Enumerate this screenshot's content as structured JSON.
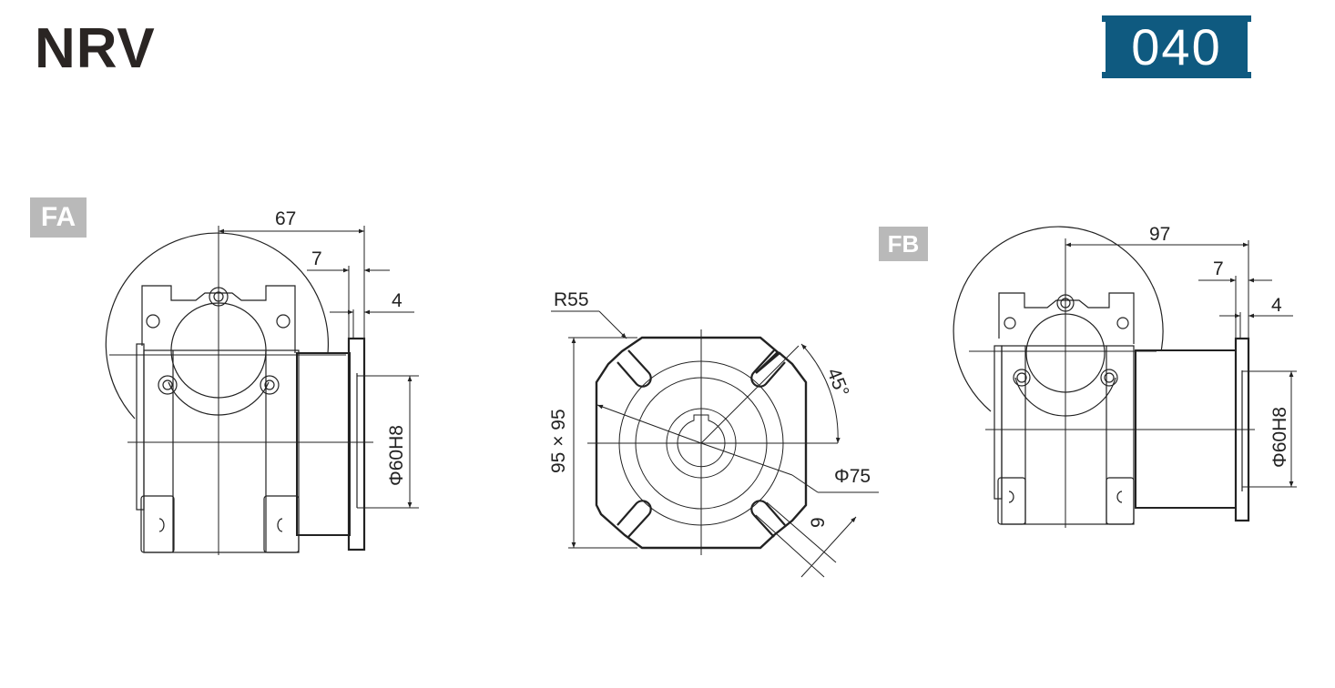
{
  "header": {
    "series": "NRV",
    "size": "040",
    "badge_color": "#0f5a80"
  },
  "views": {
    "fa": {
      "tag": "FA",
      "dims": {
        "overall": "67",
        "flange_offset": "7",
        "flange_thickness": "4",
        "pilot": "Φ60H8"
      }
    },
    "flange_front": {
      "dims": {
        "corner_radius": "R55",
        "square": "95 × 95",
        "angle": "45°",
        "pcd": "Φ75",
        "slot": "9"
      }
    },
    "fb": {
      "tag": "FB",
      "dims": {
        "overall": "97",
        "flange_offset": "7",
        "flange_thickness": "4",
        "pilot": "Φ60H8"
      }
    }
  }
}
